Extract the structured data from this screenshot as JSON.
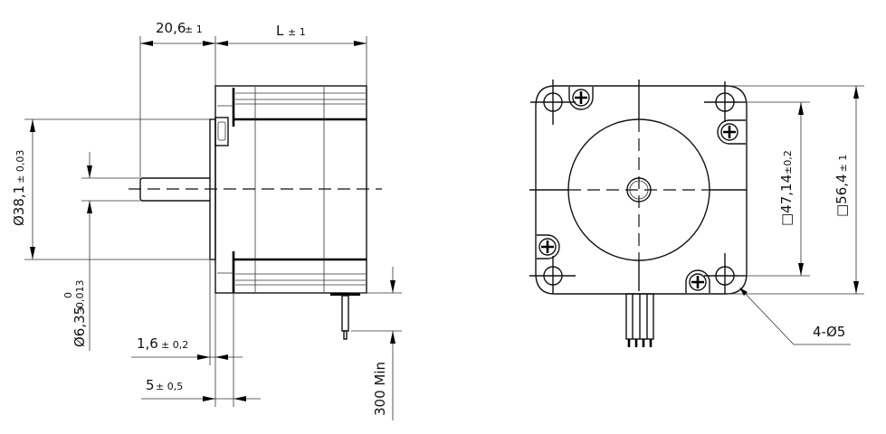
{
  "side_view": {
    "dim_shaft_length": {
      "value": "20,6",
      "tol": "± 1"
    },
    "dim_body_length": {
      "value": "L",
      "tol": "± 1"
    },
    "dim_pilot_diameter": {
      "value": "Ø38,1",
      "tol": "± 0,03"
    },
    "dim_shaft_diameter": {
      "value": "Ø6,35",
      "tol_upper": "0",
      "tol_lower": "-0,013"
    },
    "dim_pilot_height": {
      "value": "1,6",
      "tol": "± 0,2"
    },
    "dim_flange_thickness": {
      "value": "5",
      "tol": "± 0,5"
    },
    "dim_lead_length": {
      "value": "300 Min"
    }
  },
  "front_view": {
    "dim_hole_spacing": {
      "value": "□47,14",
      "tol": "±0,2"
    },
    "dim_body_square": {
      "value": "□56,4",
      "tol": "± 1"
    },
    "hole_callout": "4-Ø5"
  }
}
